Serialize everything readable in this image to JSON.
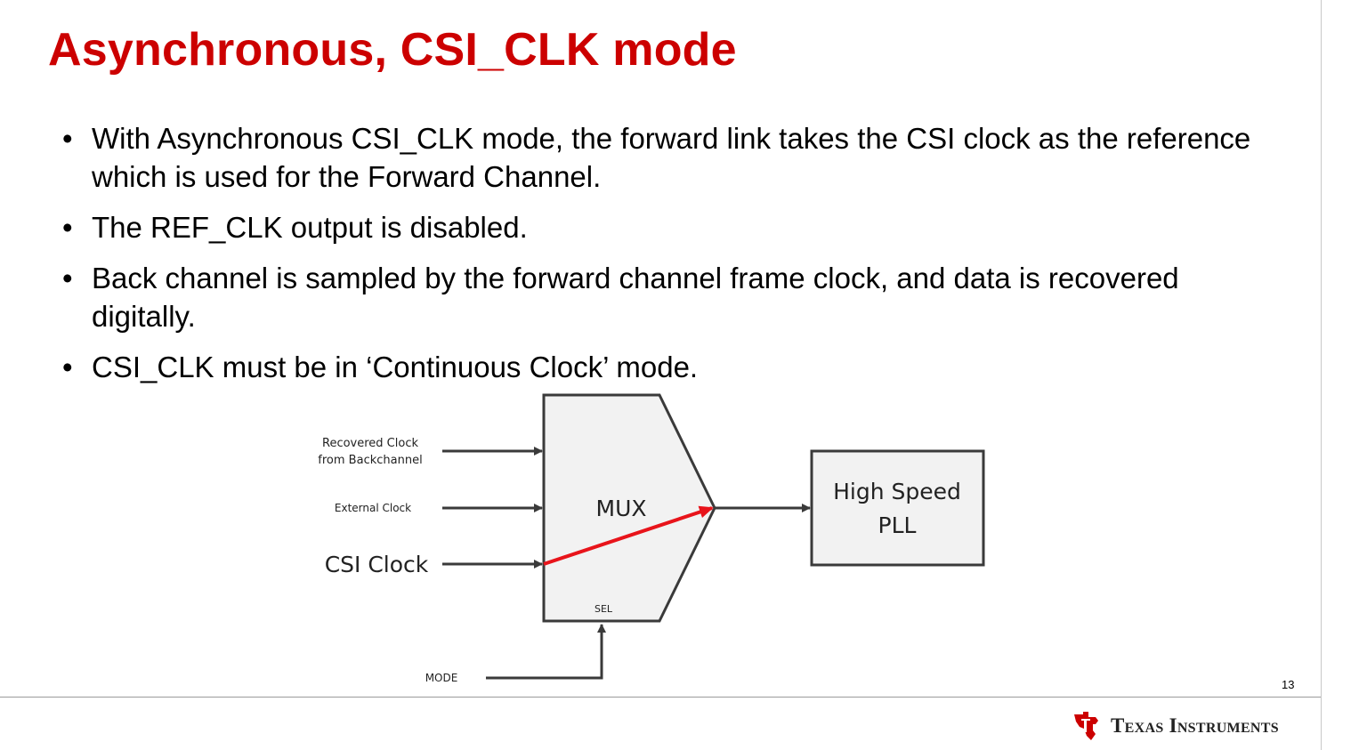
{
  "title": "Asynchronous, CSI_CLK mode",
  "bullets": [
    {
      "marker": "•",
      "text": "With Asynchronous CSI_CLK mode, the forward link takes the CSI clock as the reference which is used for the Forward Channel."
    },
    {
      "marker": "•",
      "text": "The REF_CLK output is disabled."
    },
    {
      "marker": "•",
      "text": "Back channel is sampled by the forward channel frame clock, and data is recovered digitally."
    },
    {
      "marker": "•",
      "text": "CSI_CLK must be in ‘Continuous Clock’ mode."
    }
  ],
  "diagram": {
    "inputs": {
      "recovered_line1": "Recovered Clock",
      "recovered_line2": "from Backchannel",
      "external": "External Clock",
      "csi": "CSI Clock"
    },
    "mux_label": "MUX",
    "sel_label": "SEL",
    "mode_label": "MODE",
    "pll_line1": "High Speed",
    "pll_line2": "PLL",
    "colors": {
      "line": "#3a3a3a",
      "selected_path": "#e8141b"
    }
  },
  "footer": {
    "page_number": "13",
    "brand": "Texas Instruments",
    "logo_icon": "ti-logo-icon",
    "brand_color": "#cc0000"
  }
}
